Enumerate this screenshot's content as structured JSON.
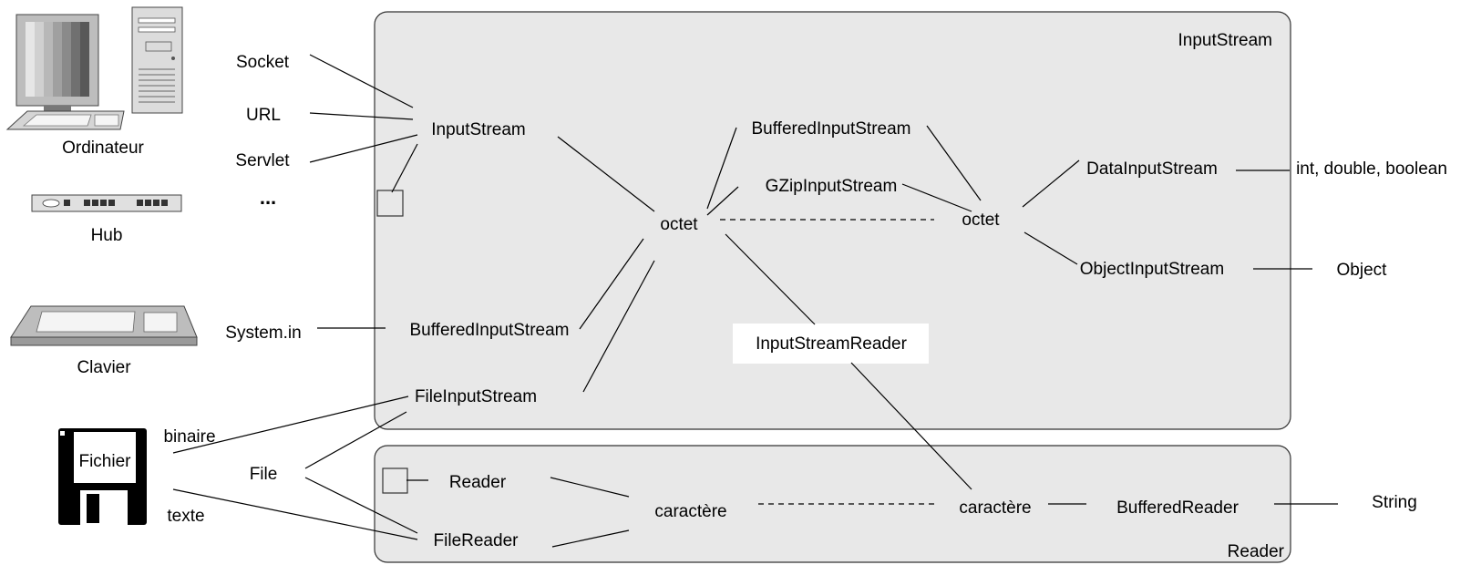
{
  "groups": {
    "input_stream": "InputStream",
    "reader": "Reader"
  },
  "devices": {
    "computer": "Ordinateur",
    "hub": "Hub",
    "keyboard": "Clavier",
    "file": "Fichier"
  },
  "sources": {
    "socket": "Socket",
    "url": "URL",
    "servlet": "Servlet",
    "ellipsis": "...",
    "system_in": "System.in",
    "file": "File",
    "binary": "binaire",
    "text": "texte"
  },
  "streams": {
    "input_stream": "InputStream",
    "buffered_input_stream_top": "BufferedInputStream",
    "gzip_input_stream": "GZipInputStream",
    "byte_left": "octet",
    "byte_right": "octet",
    "data_input_stream": "DataInputStream",
    "object_input_stream": "ObjectInputStream",
    "buffered_input_stream_bottom": "BufferedInputStream",
    "file_input_stream": "FileInputStream",
    "input_stream_reader": "InputStreamReader"
  },
  "readers": {
    "reader": "Reader",
    "file_reader": "FileReader",
    "char_left": "caractère",
    "char_right": "caractère",
    "buffered_reader": "BufferedReader"
  },
  "outputs": {
    "primitives": "int, double, boolean",
    "object": "Object",
    "string": "String"
  }
}
